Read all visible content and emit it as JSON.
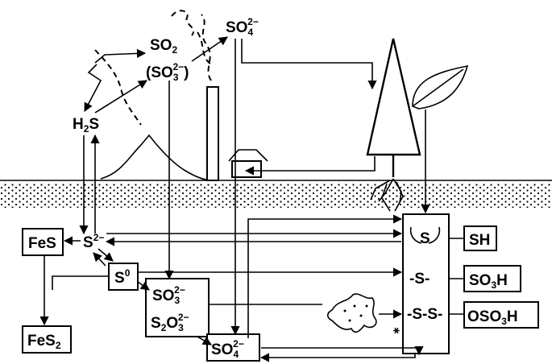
{
  "atmosphere": {
    "so2": {
      "main": "SO",
      "sub": "2"
    },
    "so3": {
      "open": "(SO",
      "sub": "3",
      "sup": "2−",
      "close": ")"
    },
    "so4": {
      "main": "SO",
      "sub": "4",
      "sup": "2−"
    },
    "h2s": {
      "pre": "H",
      "sub": "2",
      "post": "S"
    }
  },
  "soil": {
    "fes": "FeS",
    "fes2": {
      "main": "FeS",
      "sub": "2"
    },
    "sulfide": {
      "main": "S",
      "sup": "2−"
    },
    "sulfur": {
      "main": "S",
      "sup": "0"
    },
    "sulfite": {
      "main": "SO",
      "sub": "3",
      "sup": "2−"
    },
    "thiosulfate": {
      "pre": "S",
      "sub1": "2",
      "mid": "O",
      "sub2": "3",
      "sup": "2−"
    },
    "sulfate": {
      "main": "SO",
      "sub": "4",
      "sup": "2−"
    }
  },
  "organic": {
    "thioether": "S",
    "sulfide_link": "-S-",
    "disulfide": "-S-S-",
    "groups": {
      "sh": "SH",
      "so3h": {
        "pre": "SO",
        "sub": "3",
        "post": "H"
      },
      "oso3h": {
        "pre": "OSO",
        "sub": "3",
        "post": "H"
      }
    }
  },
  "colors": {
    "ink": "#000000",
    "background": "#ffffff",
    "soil_dots": "#000000"
  }
}
